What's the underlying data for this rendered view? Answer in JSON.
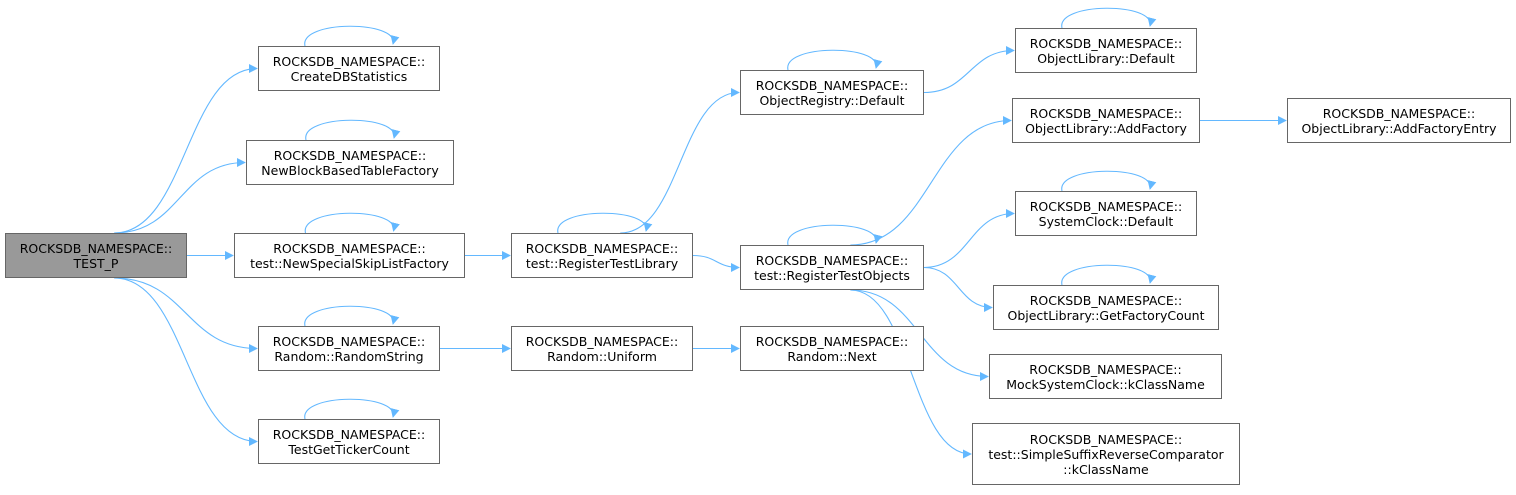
{
  "colors": {
    "edge": "#63b8ff",
    "node_border": "#666666",
    "root_fill": "#999999",
    "node_fill": "#ffffff"
  },
  "nodes": {
    "test_p": [
      "ROCKSDB_NAMESPACE::",
      "TEST_P"
    ],
    "create_db_statistics": [
      "ROCKSDB_NAMESPACE::",
      "CreateDBStatistics"
    ],
    "new_block_based_table_factory": [
      "ROCKSDB_NAMESPACE::",
      "NewBlockBasedTableFactory"
    ],
    "new_special_skip_list_factory": [
      "ROCKSDB_NAMESPACE::",
      "test::NewSpecialSkipListFactory"
    ],
    "random_string": [
      "ROCKSDB_NAMESPACE::",
      "Random::RandomString"
    ],
    "test_get_ticker_count": [
      "ROCKSDB_NAMESPACE::",
      "TestGetTickerCount"
    ],
    "register_test_library": [
      "ROCKSDB_NAMESPACE::",
      "test::RegisterTestLibrary"
    ],
    "random_uniform": [
      "ROCKSDB_NAMESPACE::",
      "Random::Uniform"
    ],
    "object_registry_default": [
      "ROCKSDB_NAMESPACE::",
      "ObjectRegistry::Default"
    ],
    "register_test_objects": [
      "ROCKSDB_NAMESPACE::",
      "test::RegisterTestObjects"
    ],
    "random_next": [
      "ROCKSDB_NAMESPACE::",
      "Random::Next"
    ],
    "object_library_default": [
      "ROCKSDB_NAMESPACE::",
      "ObjectLibrary::Default"
    ],
    "object_library_add_factory": [
      "ROCKSDB_NAMESPACE::",
      "ObjectLibrary::AddFactory"
    ],
    "system_clock_default": [
      "ROCKSDB_NAMESPACE::",
      "SystemClock::Default"
    ],
    "object_library_get_factory_count": [
      "ROCKSDB_NAMESPACE::",
      "ObjectLibrary::GetFactoryCount"
    ],
    "mock_system_clock_kclassname": [
      "ROCKSDB_NAMESPACE::",
      "MockSystemClock::kClassName"
    ],
    "simple_suffix_reverse_comparator_kclassname": [
      "ROCKSDB_NAMESPACE::",
      "test::SimpleSuffixReverseComparator",
      "::kClassName"
    ],
    "object_library_add_factory_entry": [
      "ROCKSDB_NAMESPACE::",
      "ObjectLibrary::AddFactoryEntry"
    ]
  },
  "edges": [
    [
      "test_p",
      "create_db_statistics"
    ],
    [
      "test_p",
      "new_block_based_table_factory"
    ],
    [
      "test_p",
      "new_special_skip_list_factory"
    ],
    [
      "test_p",
      "random_string"
    ],
    [
      "test_p",
      "test_get_ticker_count"
    ],
    [
      "new_special_skip_list_factory",
      "register_test_library"
    ],
    [
      "random_string",
      "random_uniform"
    ],
    [
      "register_test_library",
      "object_registry_default"
    ],
    [
      "register_test_library",
      "register_test_objects"
    ],
    [
      "random_uniform",
      "random_next"
    ],
    [
      "object_registry_default",
      "object_library_default"
    ],
    [
      "register_test_objects",
      "object_library_add_factory"
    ],
    [
      "register_test_objects",
      "system_clock_default"
    ],
    [
      "register_test_objects",
      "object_library_get_factory_count"
    ],
    [
      "register_test_objects",
      "mock_system_clock_kclassname"
    ],
    [
      "register_test_objects",
      "simple_suffix_reverse_comparator_kclassname"
    ],
    [
      "object_library_add_factory",
      "object_library_add_factory_entry"
    ]
  ],
  "self_loops": [
    "create_db_statistics",
    "new_block_based_table_factory",
    "new_special_skip_list_factory",
    "random_string",
    "test_get_ticker_count",
    "register_test_library",
    "object_registry_default",
    "register_test_objects",
    "object_library_default",
    "system_clock_default",
    "object_library_get_factory_count"
  ]
}
